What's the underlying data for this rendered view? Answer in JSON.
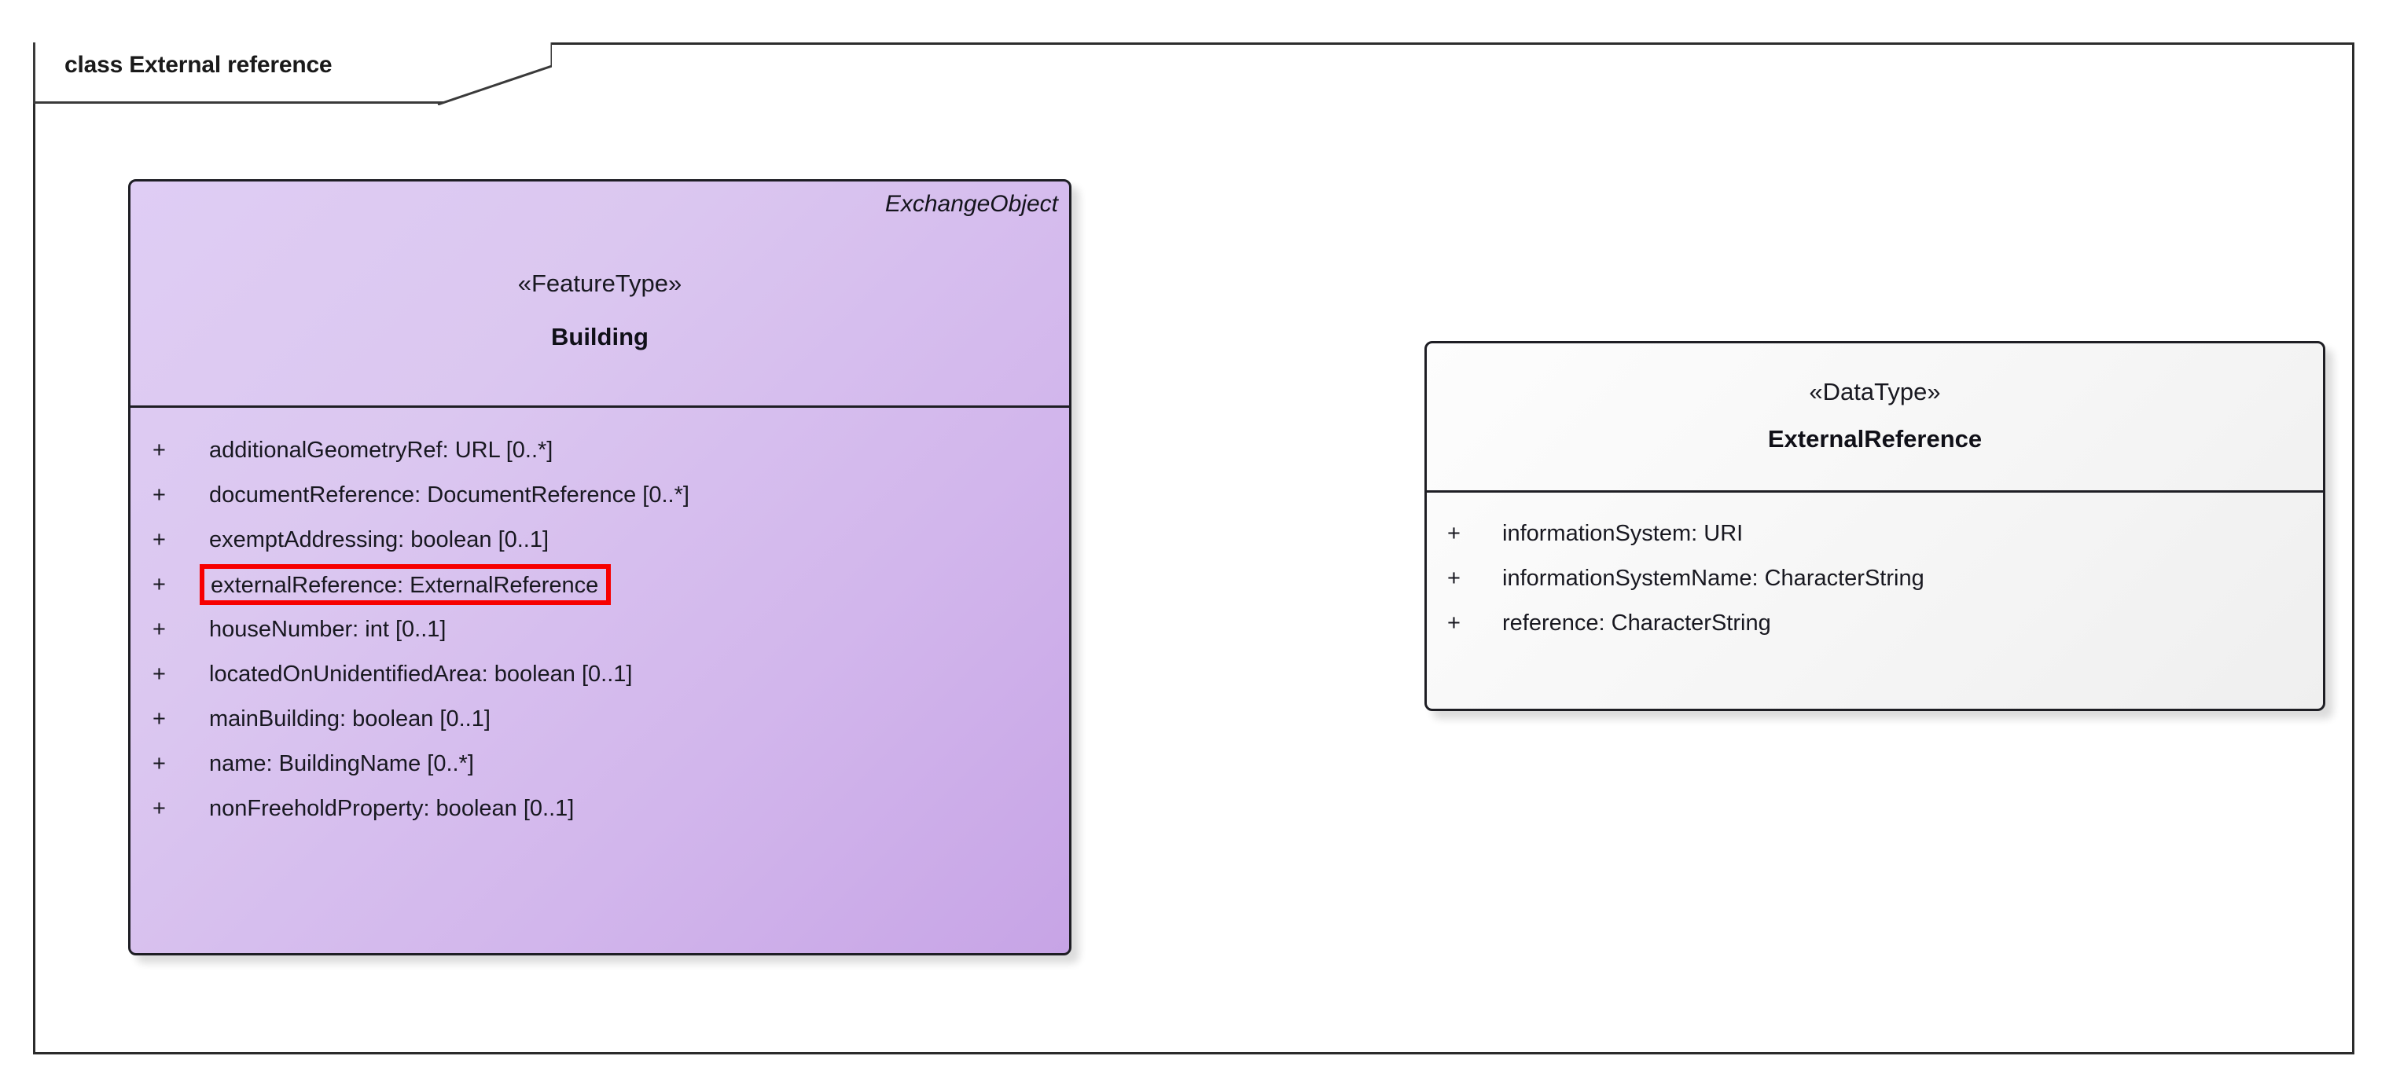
{
  "frame": {
    "title": "class External reference"
  },
  "classes": [
    {
      "id": "building",
      "owner_label": "ExchangeObject",
      "stereotype": "«FeatureType»",
      "name": "Building",
      "attributes": [
        {
          "visibility": "+",
          "text": "additionalGeometryRef: URL [0..*]",
          "highlighted": false
        },
        {
          "visibility": "+",
          "text": "documentReference: DocumentReference [0..*]",
          "highlighted": false
        },
        {
          "visibility": "+",
          "text": "exemptAddressing: boolean [0..1]",
          "highlighted": false
        },
        {
          "visibility": "+",
          "text": "externalReference: ExternalReference",
          "highlighted": true
        },
        {
          "visibility": "+",
          "text": "houseNumber: int [0..1]",
          "highlighted": false
        },
        {
          "visibility": "+",
          "text": "locatedOnUnidentifiedArea: boolean [0..1]",
          "highlighted": false
        },
        {
          "visibility": "+",
          "text": "mainBuilding: boolean [0..1]",
          "highlighted": false
        },
        {
          "visibility": "+",
          "text": "name: BuildingName [0..*]",
          "highlighted": false
        },
        {
          "visibility": "+",
          "text": "nonFreeholdProperty: boolean [0..1]",
          "highlighted": false
        }
      ]
    },
    {
      "id": "externalreference",
      "stereotype": "«DataType»",
      "name": "ExternalReference",
      "attributes": [
        {
          "visibility": "+",
          "text": "informationSystem: URI",
          "highlighted": false
        },
        {
          "visibility": "+",
          "text": "informationSystemName: CharacterString",
          "highlighted": false
        },
        {
          "visibility": "+",
          "text": "reference: CharacterString",
          "highlighted": false
        }
      ]
    }
  ],
  "colors": {
    "featuretype_fill_light": "#dfcdf4",
    "featuretype_fill_dark": "#c7a4e6",
    "datatype_fill": "#f7f7f7",
    "border": "#1e1e24",
    "highlight": "#f70000",
    "text": "#181820"
  }
}
